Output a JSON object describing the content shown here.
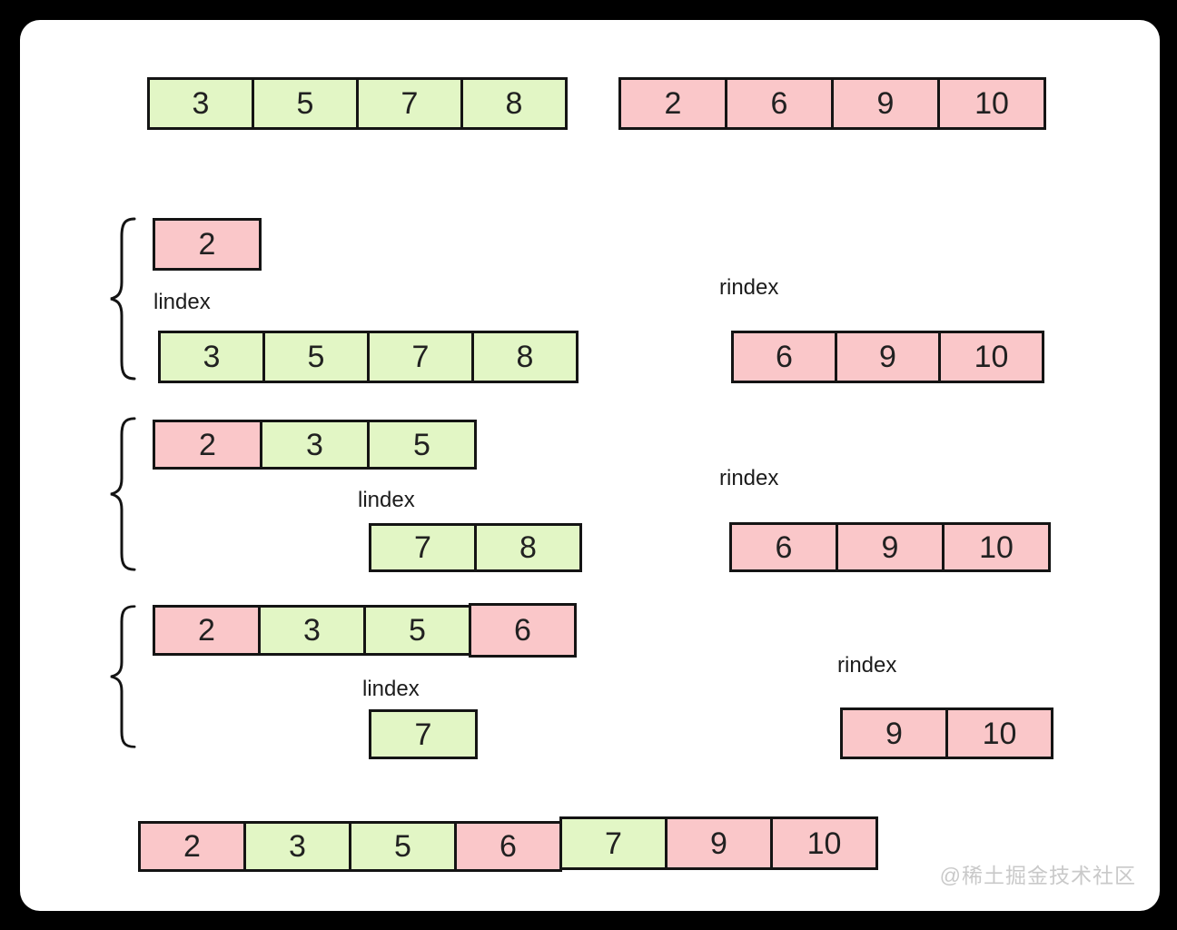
{
  "colors": {
    "page_bg": "#000000",
    "canvas": "#ffffff",
    "green": "#e2f6c5",
    "pink": "#fac7c9",
    "border": "#141414",
    "digit": "#212121",
    "label": "#1c1c1c",
    "watermark": "#c9c9c9"
  },
  "labels": {
    "lindex": "lindex",
    "rindex": "rindex"
  },
  "watermark": "@稀土掘金技术社区",
  "arrays": {
    "initial_left": [
      {
        "v": "3",
        "color": "green"
      },
      {
        "v": "5",
        "color": "green"
      },
      {
        "v": "7",
        "color": "green"
      },
      {
        "v": "8",
        "color": "green"
      }
    ],
    "initial_right": [
      {
        "v": "2",
        "color": "pink"
      },
      {
        "v": "6",
        "color": "pink"
      },
      {
        "v": "9",
        "color": "pink"
      },
      {
        "v": "10",
        "color": "pink"
      }
    ],
    "step1_merged": [
      {
        "v": "2",
        "color": "pink"
      }
    ],
    "step1_left": [
      {
        "v": "3",
        "color": "green"
      },
      {
        "v": "5",
        "color": "green"
      },
      {
        "v": "7",
        "color": "green"
      },
      {
        "v": "8",
        "color": "green"
      }
    ],
    "step1_right": [
      {
        "v": "6",
        "color": "pink"
      },
      {
        "v": "9",
        "color": "pink"
      },
      {
        "v": "10",
        "color": "pink"
      }
    ],
    "step2_merged": [
      {
        "v": "2",
        "color": "pink"
      },
      {
        "v": "3",
        "color": "green"
      },
      {
        "v": "5",
        "color": "green"
      }
    ],
    "step2_left": [
      {
        "v": "7",
        "color": "green"
      },
      {
        "v": "8",
        "color": "green"
      }
    ],
    "step2_right": [
      {
        "v": "6",
        "color": "pink"
      },
      {
        "v": "9",
        "color": "pink"
      },
      {
        "v": "10",
        "color": "pink"
      }
    ],
    "step3_merged": [
      {
        "v": "2",
        "color": "pink"
      },
      {
        "v": "3",
        "color": "green"
      },
      {
        "v": "5",
        "color": "green"
      },
      {
        "v": "6",
        "color": "pink"
      }
    ],
    "step3_left": [
      {
        "v": "7",
        "color": "green"
      }
    ],
    "step3_right": [
      {
        "v": "9",
        "color": "pink"
      },
      {
        "v": "10",
        "color": "pink"
      }
    ],
    "final_merged": [
      {
        "v": "2",
        "color": "pink"
      },
      {
        "v": "3",
        "color": "green"
      },
      {
        "v": "5",
        "color": "green"
      },
      {
        "v": "6",
        "color": "pink"
      },
      {
        "v": "7",
        "color": "green"
      },
      {
        "v": "9",
        "color": "pink"
      },
      {
        "v": "10",
        "color": "pink"
      }
    ]
  }
}
